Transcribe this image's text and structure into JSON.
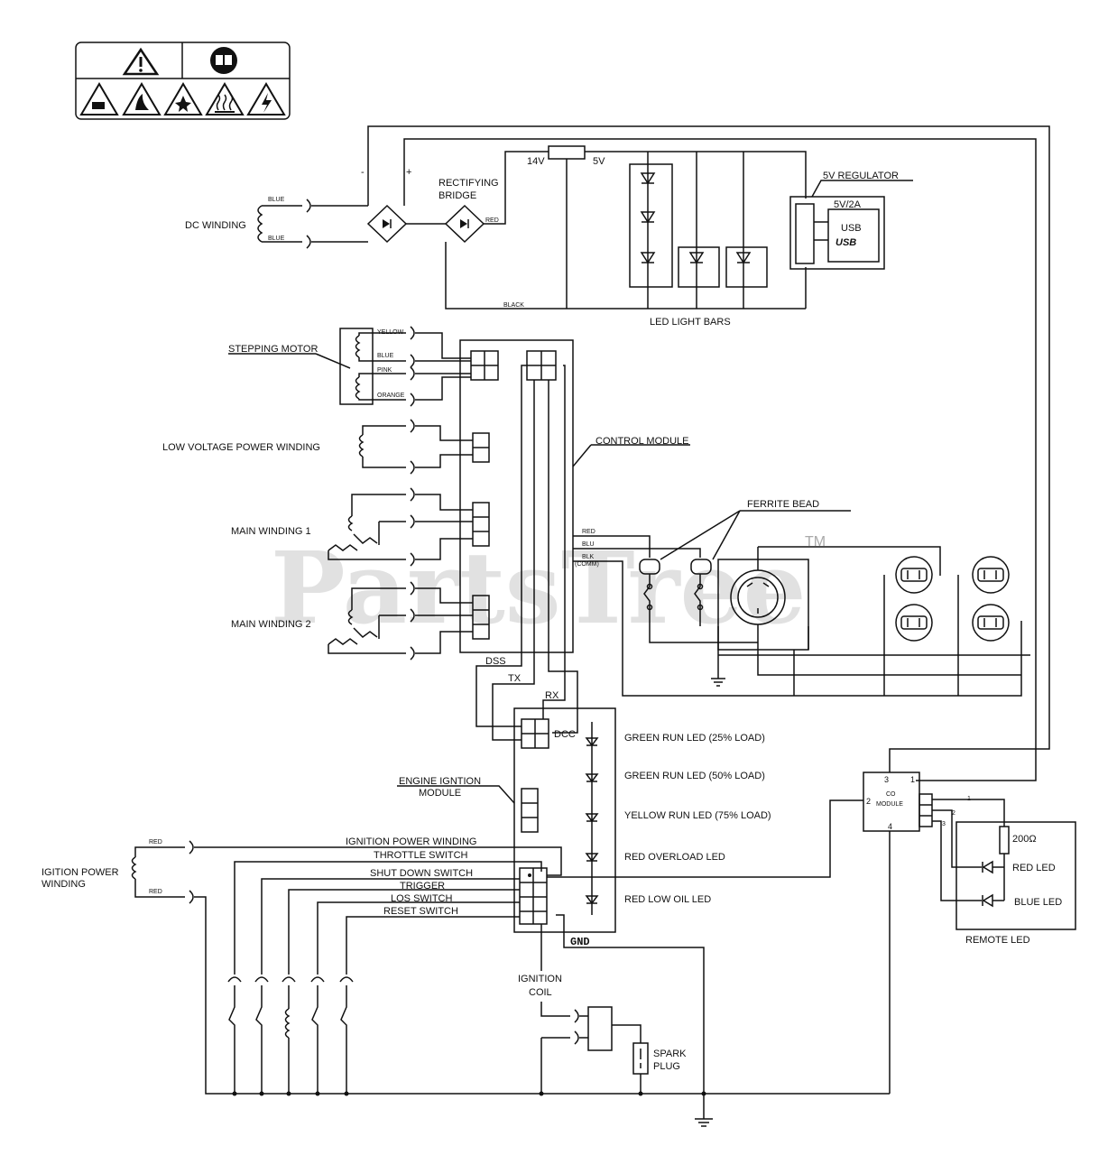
{
  "labels": {
    "dc_winding": "DC WINDING",
    "blue1": "BLUE",
    "blue2": "BLUE",
    "minus": "-",
    "plus": "+",
    "rectifying1": "RECTIFYING",
    "rectifying2": "BRIDGE",
    "red_rect": "RED",
    "v14": "14V",
    "v5": "5V",
    "black": "BLACK",
    "led_light_bars": "LED LIGHT BARS",
    "reg5v": "5V REGULATOR",
    "reg_rating": "5V/2A",
    "usb": "USB",
    "usb_logo": "USB",
    "stepping_motor": "STEPPING MOTOR",
    "yellow": "YELLOW",
    "blue_m": "BLUE",
    "pink": "PINK",
    "orange": "ORANGE",
    "low_voltage": "LOW VOLTAGE POWER WINDING",
    "control_module": "CONTROL MODULE",
    "main_winding_1": "MAIN WINDING 1",
    "main_winding_2": "MAIN WINDING 2",
    "ferrite_bead": "FERRITE BEAD",
    "red_c": "RED",
    "blu_c": "BLU",
    "blk_c": "BLK",
    "comm_c": "(COMM)",
    "dss": "DSS",
    "tx": "TX",
    "rx": "RX",
    "dcc": "DCC",
    "led1": "GREEN RUN LED (25% LOAD)",
    "led2": "GREEN RUN LED (50% LOAD)",
    "led3": "YELLOW RUN LED (75% LOAD)",
    "led4": "RED OVERLOAD LED",
    "led5": "RED LOW OIL LED",
    "engine_ign1": "ENGINE IGNTION",
    "engine_ign2": "MODULE",
    "co_3": "3",
    "co_1": "1",
    "co_2": "2",
    "co_4": "4",
    "co_module1": "CO",
    "co_module2": "MODULE",
    "pin1": "1",
    "pin2": "2",
    "pin3": "3",
    "ohm": "200Ω",
    "red_led": "RED LED",
    "blue_led": "BLUE LED",
    "remote_led": "REMOTE LED",
    "igition_power1": "IGITION POWER",
    "igition_power2": "WINDING",
    "red_ig1": "RED",
    "red_ig2": "RED",
    "ign_power_winding": "IGNITION POWER WINDING",
    "throttle": "THROTTLE SWITCH",
    "shutdown": "SHUT DOWN SWITCH",
    "trigger": "TRIGGER",
    "los": "LOS SWITCH",
    "reset": "RESET SWITCH",
    "gnd": "GND",
    "ignition_coil1": "IGNITION",
    "ignition_coil2": "COIL",
    "spark1": "SPARK",
    "spark2": "PLUG",
    "watermark": "PartsTree",
    "tm": "TM"
  },
  "icons": [
    "warning-icon",
    "manual-icon",
    "fume-hazard-icon",
    "fire-hazard-icon",
    "explosion-hazard-icon",
    "hot-surface-icon",
    "shock-hazard-icon"
  ]
}
